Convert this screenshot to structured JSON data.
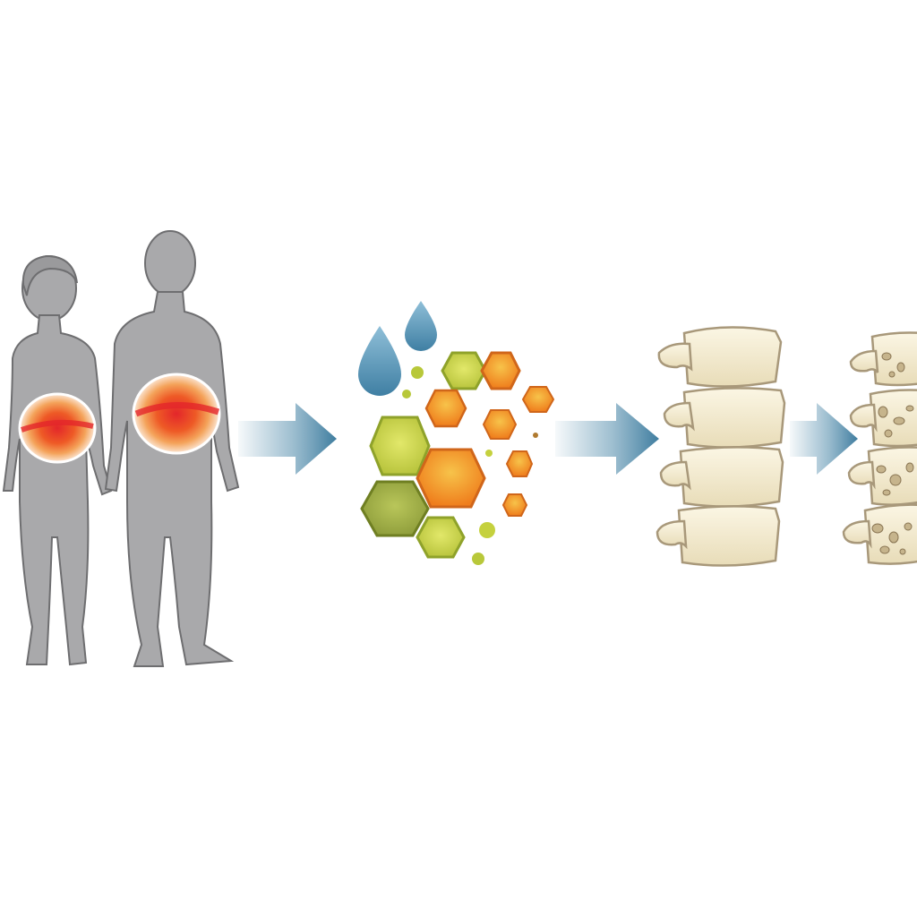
{
  "diagram": {
    "stages": [
      {
        "id": "abdominal-obesity",
        "icon": "human-figures-icon"
      },
      {
        "id": "metabolic-factors",
        "icon": "hexagon-cluster-icon"
      },
      {
        "id": "healthy-spine",
        "icon": "healthy-vertebrae-icon"
      },
      {
        "id": "osteoporotic-spine",
        "icon": "porous-vertebrae-icon"
      }
    ],
    "connectors": [
      "arrow-1",
      "arrow-2",
      "arrow-3"
    ]
  },
  "colors": {
    "figure_fill": "#a9a9ab",
    "figure_stroke": "#6e6e70",
    "inflammation_red": "#e3262a",
    "inflammation_orange": "#f08a24",
    "hex_green": "#c5d13e",
    "hex_green_dark": "#8fa22a",
    "hex_orange": "#f39a1e",
    "droplet_blue": "#5f9ab8",
    "arrow_blue": "#4f8aaa",
    "bone": "#f4ecd4",
    "bone_stroke": "#a8987a"
  }
}
